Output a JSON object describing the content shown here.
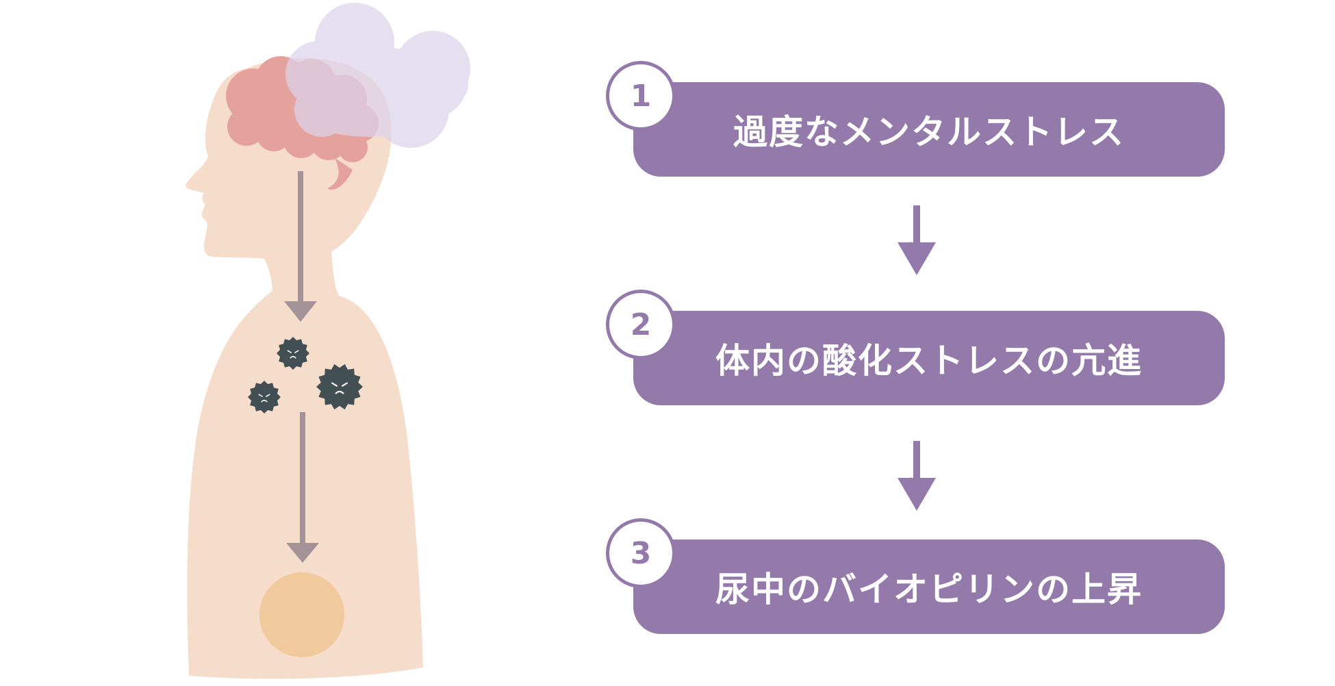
{
  "colors": {
    "accent": "#937aab",
    "skin": "#f5dccb",
    "brain": "#e5a29c",
    "cloud": "#ddd3ea",
    "arrow_gray": "#a39396",
    "radical": "#424f53",
    "bladder": "#f0c99c",
    "white": "#ffffff"
  },
  "steps": [
    {
      "number": "1",
      "label": "過度なメンタルストレス"
    },
    {
      "number": "2",
      "label": "体内の酸化ストレスの亢進"
    },
    {
      "number": "3",
      "label": "尿中のバイオピリンの上昇"
    }
  ],
  "icons": {
    "brain": "brain-icon",
    "cloud": "stress-cloud-icon",
    "free_radical": "free-radical-icon",
    "bladder": "bladder-icon"
  }
}
